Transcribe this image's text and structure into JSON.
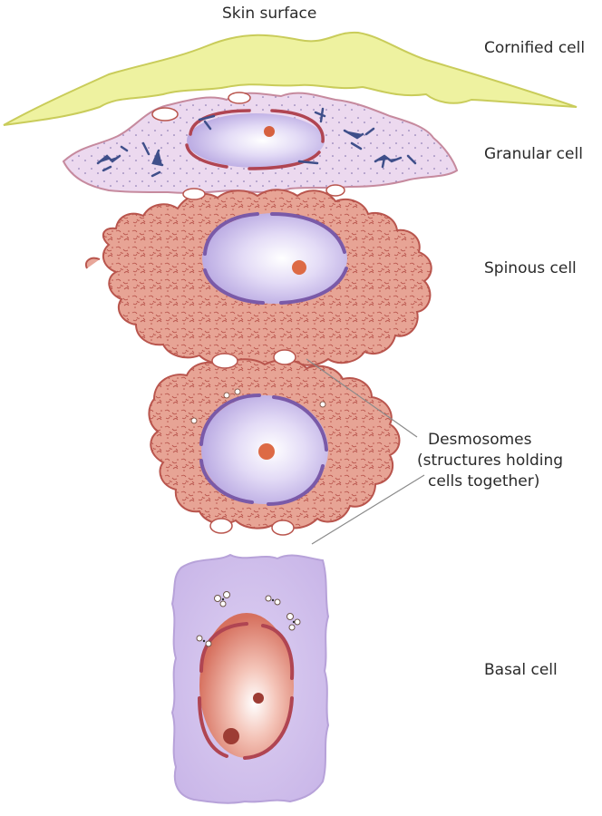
{
  "labels": {
    "skin_surface": "Skin surface",
    "cornified_cell": "Cornified cell",
    "granular_cell": "Granular cell",
    "spinous_cell": "Spinous cell",
    "desmosomes": "Desmosomes",
    "desmosomes_desc_line1": "(structures holding",
    "desmosomes_desc_line2": "cells together)",
    "basal_cell": "Basal cell"
  },
  "colors": {
    "cornified": "#eef2a0",
    "granular": "#ead6ee",
    "spinous": "#e8a79a",
    "basal": "#d2c2ec",
    "nucleus_violet": "#c7b8ea",
    "nucleus_basal": "#e8907f",
    "membrane": "#b04552",
    "granules": "#3f4f8a"
  }
}
